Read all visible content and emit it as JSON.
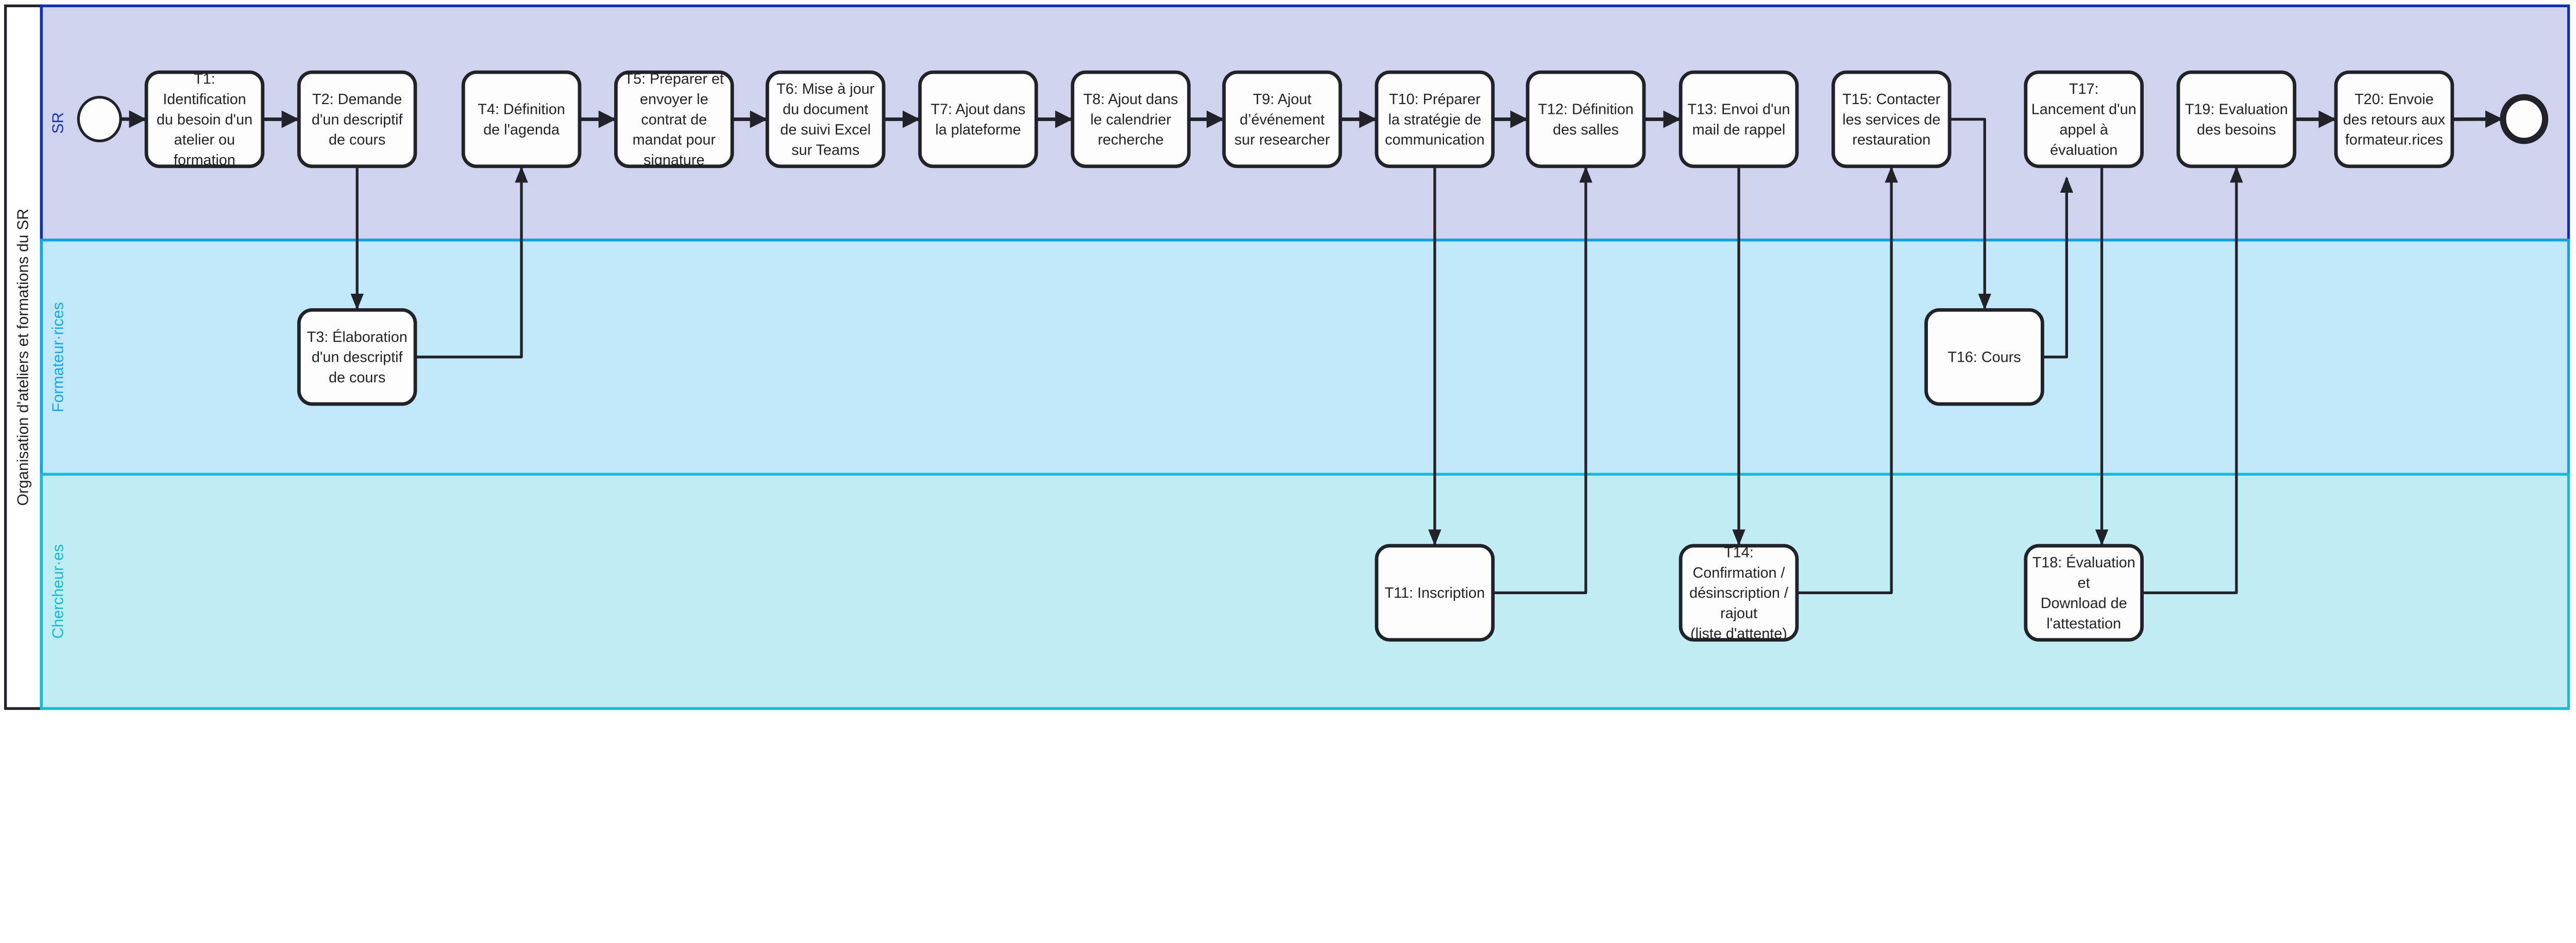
{
  "pool": {
    "label": "Organisation d'ateliers et formations du SR"
  },
  "lanes": [
    {
      "id": "sr",
      "label": "SR",
      "fill": "#cfd3ee",
      "stroke": "#0a2fb8",
      "text_color": "#1535c4"
    },
    {
      "id": "formateurs",
      "label": "Formateur·rices",
      "fill": "#c0e8f9",
      "stroke": "#0aa3ee",
      "text_color": "#14a8f0"
    },
    {
      "id": "chercheurs",
      "label": "Chercheur·es",
      "fill": "#c0edf4",
      "stroke": "#12bcd6",
      "text_color": "#12bcd8"
    }
  ],
  "events": [
    {
      "id": "start",
      "type": "start-event",
      "lane": "sr"
    },
    {
      "id": "end",
      "type": "end-event",
      "lane": "sr"
    }
  ],
  "tasks": [
    {
      "id": "T1",
      "lane": "sr",
      "lines": [
        "T1:",
        "Identification",
        "du besoin d'un",
        "atelier ou",
        "formation"
      ]
    },
    {
      "id": "T2",
      "lane": "sr",
      "lines": [
        "T2: Demande",
        "d'un descriptif",
        "de cours"
      ]
    },
    {
      "id": "T3",
      "lane": "formateurs",
      "lines": [
        "T3: Élaboration",
        "d'un descriptif",
        "de cours"
      ]
    },
    {
      "id": "T4",
      "lane": "sr",
      "lines": [
        "T4: Définition",
        "de l'agenda"
      ]
    },
    {
      "id": "T5",
      "lane": "sr",
      "lines": [
        "T5: Préparer et",
        "envoyer le",
        "contrat de",
        "mandat pour",
        "signature"
      ]
    },
    {
      "id": "T6",
      "lane": "sr",
      "lines": [
        "T6: Mise à jour",
        "du document",
        "de suivi Excel",
        "sur Teams"
      ]
    },
    {
      "id": "T7",
      "lane": "sr",
      "lines": [
        "T7: Ajout dans",
        "la plateforme"
      ]
    },
    {
      "id": "T8",
      "lane": "sr",
      "lines": [
        "T8: Ajout dans",
        "le calendrier",
        "recherche"
      ]
    },
    {
      "id": "T9",
      "lane": "sr",
      "lines": [
        "T9: Ajout",
        "d’événement",
        "sur researcher"
      ]
    },
    {
      "id": "T10",
      "lane": "sr",
      "lines": [
        "T10: Préparer",
        "la stratégie de",
        "communication"
      ]
    },
    {
      "id": "T11",
      "lane": "chercheurs",
      "lines": [
        "T11: Inscription"
      ]
    },
    {
      "id": "T12",
      "lane": "sr",
      "lines": [
        "T12: Définition",
        "des salles"
      ]
    },
    {
      "id": "T13",
      "lane": "sr",
      "lines": [
        "T13: Envoi d'un",
        "mail de rappel"
      ]
    },
    {
      "id": "T14",
      "lane": "chercheurs",
      "lines": [
        "T14:",
        "Confirmation /",
        "désinscription /",
        "rajout",
        "(liste d'attente)"
      ]
    },
    {
      "id": "T15",
      "lane": "sr",
      "lines": [
        "T15: Contacter",
        "les services de",
        "restauration"
      ]
    },
    {
      "id": "T16",
      "lane": "formateurs",
      "lines": [
        "T16: Cours"
      ]
    },
    {
      "id": "T17",
      "lane": "sr",
      "lines": [
        "T17:",
        "Lancement d'un",
        "appel à",
        "évaluation"
      ]
    },
    {
      "id": "T18",
      "lane": "chercheurs",
      "lines": [
        "T18: Évaluation",
        "et",
        "Download de",
        "l'attestation"
      ]
    },
    {
      "id": "T19",
      "lane": "sr",
      "lines": [
        "T19: Evaluation",
        "des besoins"
      ]
    },
    {
      "id": "T20",
      "lane": "sr",
      "lines": [
        "T20: Envoie",
        "des retours aux",
        "formateur.rices"
      ]
    }
  ],
  "flows": [
    [
      "start",
      "T1"
    ],
    [
      "T1",
      "T2"
    ],
    [
      "T2",
      "T3"
    ],
    [
      "T3",
      "T4"
    ],
    [
      "T4",
      "T5"
    ],
    [
      "T5",
      "T6"
    ],
    [
      "T6",
      "T7"
    ],
    [
      "T7",
      "T8"
    ],
    [
      "T8",
      "T9"
    ],
    [
      "T9",
      "T10"
    ],
    [
      "T10",
      "T11"
    ],
    [
      "T10",
      "T12"
    ],
    [
      "T11",
      "T12"
    ],
    [
      "T12",
      "T13"
    ],
    [
      "T13",
      "T14"
    ],
    [
      "T14",
      "T15"
    ],
    [
      "T15",
      "T16"
    ],
    [
      "T16",
      "T17"
    ],
    [
      "T17",
      "T18"
    ],
    [
      "T18",
      "T19"
    ],
    [
      "T19",
      "T20"
    ],
    [
      "T20",
      "end"
    ]
  ]
}
